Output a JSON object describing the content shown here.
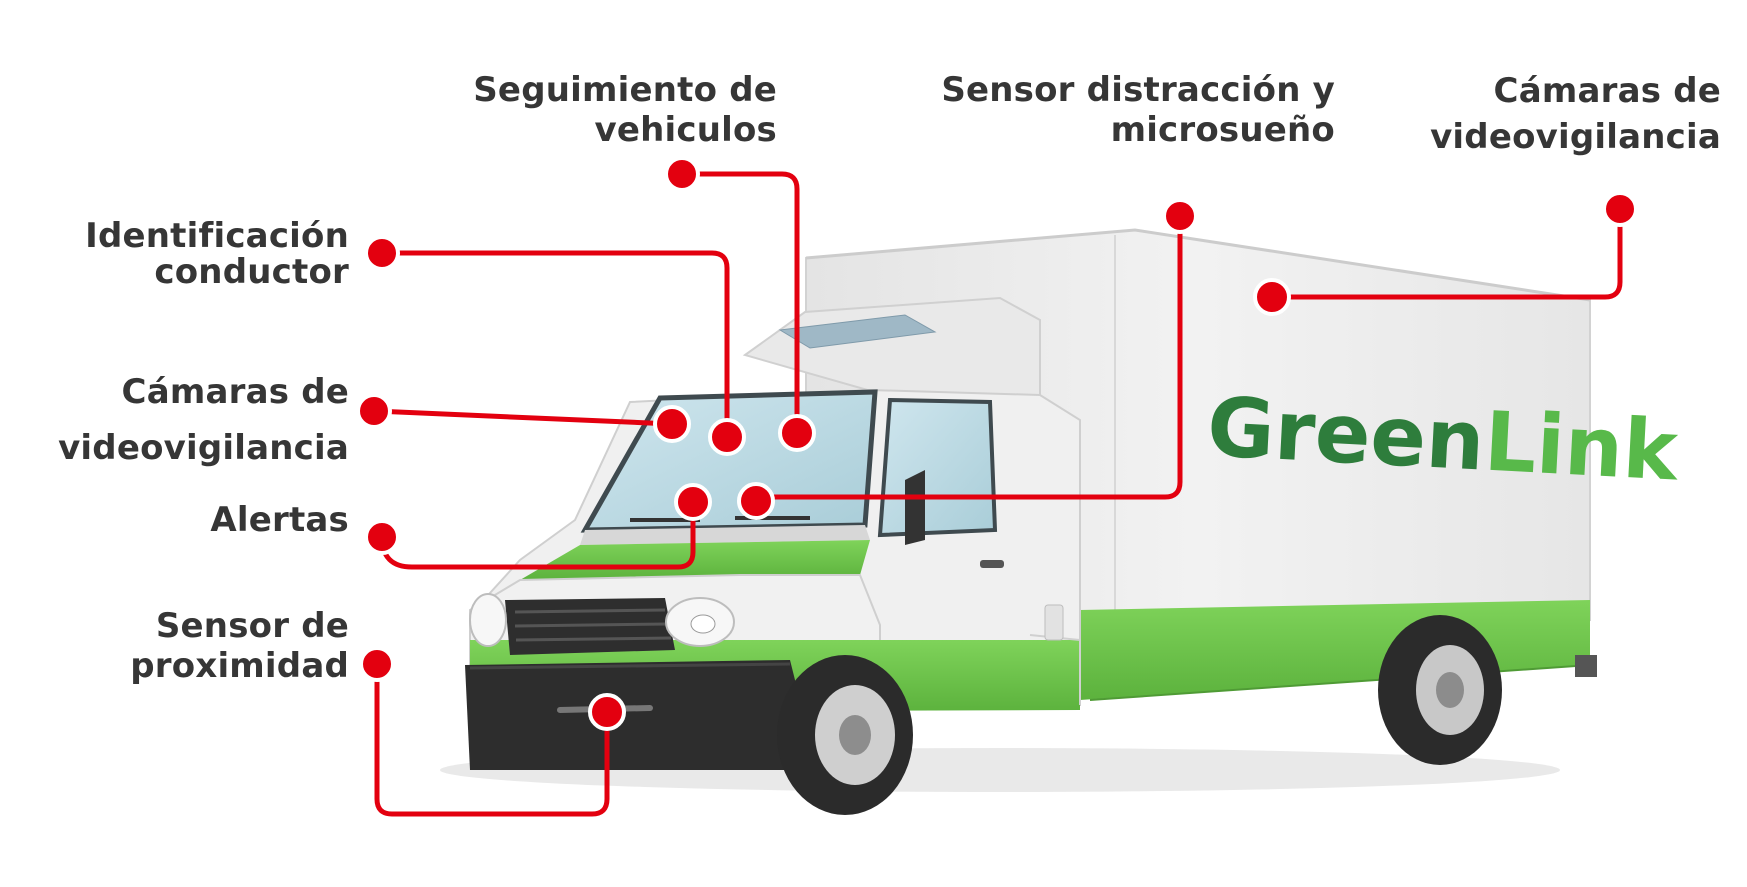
{
  "brand": {
    "logo_text_a": "Green",
    "logo_text_b": "Link",
    "logo_color_a": "#2e7d3c",
    "logo_color_b": "#58b94a"
  },
  "colors": {
    "callout": "#e3000f",
    "label_text": "#363636",
    "truck_green": "#6cc24a",
    "truck_body": "#eeeeee"
  },
  "labels": {
    "seguimiento": {
      "line1": "Seguimiento de",
      "line2": "vehiculos"
    },
    "distraccion": {
      "line1": "Sensor distracción y",
      "line2": "microsueño"
    },
    "camaras_right": {
      "line1": "Cámaras de",
      "line2": "videovigilancia"
    },
    "identificacion": {
      "line1": "Identificación",
      "line2": "conductor"
    },
    "camaras_left": {
      "line1": "Cámaras de",
      "line2": "videovigilancia"
    },
    "alertas": {
      "line1": "Alertas"
    },
    "proximidad": {
      "line1": "Sensor de",
      "line2": "proximidad"
    }
  }
}
